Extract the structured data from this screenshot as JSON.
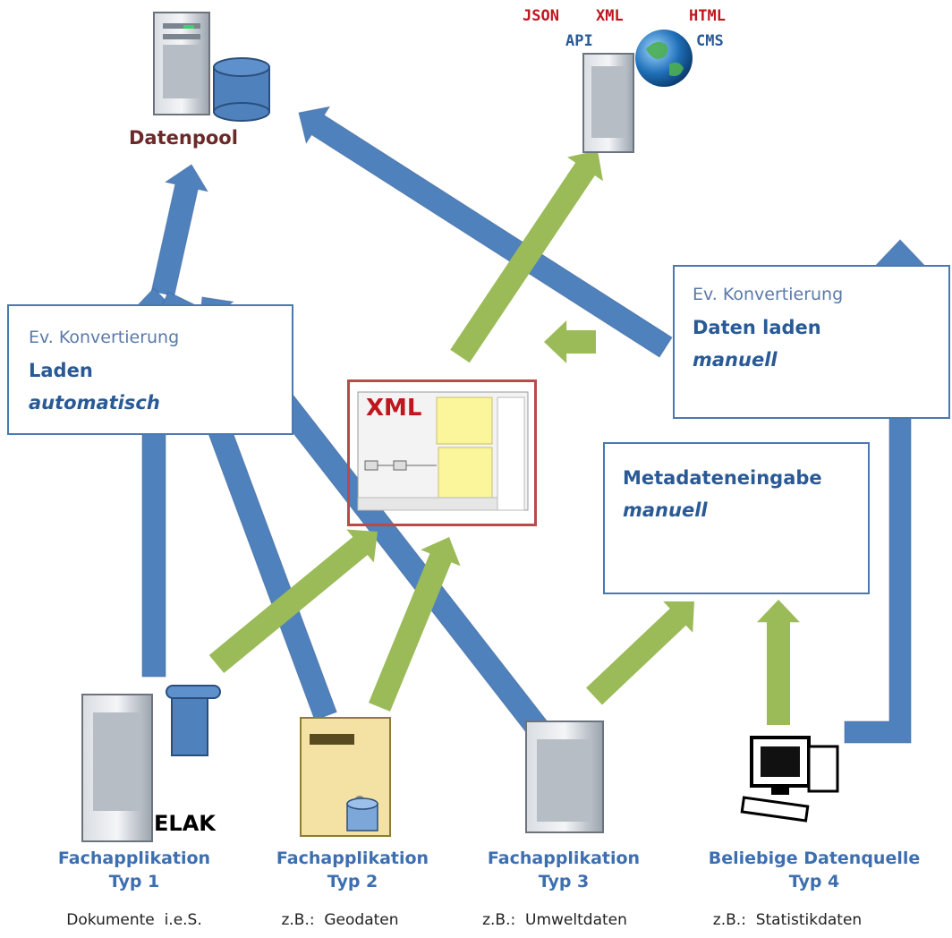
{
  "top": {
    "datenpool": "Datenpool",
    "formats": {
      "json": "JSON",
      "xml": "XML",
      "html": "HTML",
      "api": "API",
      "cms": "CMS"
    }
  },
  "boxes": {
    "auto": {
      "line1": "Ev. Konvertierung",
      "line2": "Laden",
      "line3": "automatisch"
    },
    "manual_load": {
      "line1": "Ev. Konvertierung",
      "line2": "Daten laden",
      "line3": "manuell"
    },
    "metadata": {
      "line1": "Metadateneingabe",
      "line2": "manuell"
    },
    "xml": {
      "title": "XML"
    }
  },
  "sources": [
    {
      "name": "Fachapplikation",
      "type": "Typ 1",
      "desc": "Dokumente  i.e.S.",
      "badge": "ELAK"
    },
    {
      "name": "Fachapplikation",
      "type": "Typ 2",
      "desc": "z.B.:  Geodaten"
    },
    {
      "name": "Fachapplikation",
      "type": "Typ 3",
      "desc": "z.B.:  Umweltdaten"
    },
    {
      "name": "Beliebige Datenquelle",
      "type": "Typ 4",
      "desc": "z.B.:  Statistikdaten"
    }
  ],
  "colors": {
    "blue_arrow": "#4f81bd",
    "green_arrow": "#9bbb59",
    "box_border": "#4a78b0",
    "xml_border": "#b84a4a",
    "format_red": "#c0161d",
    "format_blue": "#2a5a96"
  },
  "icons": [
    "server-icon",
    "database-icon",
    "globe-icon",
    "person-at-desk-icon",
    "document-scroll-icon",
    "desktop-computer-icon"
  ]
}
